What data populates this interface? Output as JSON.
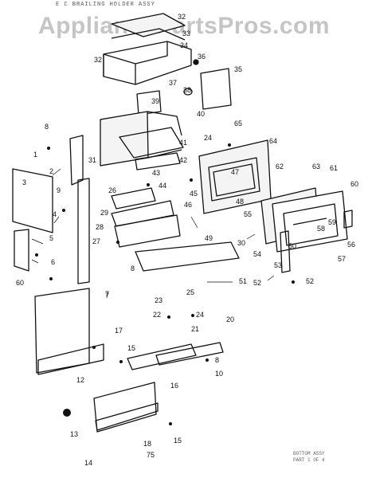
{
  "watermark": "AppliancePartsPros.com",
  "header_text": "E  C  BRAILING  HOLDER  ASSY",
  "footnote_text": [
    "BOTTOM ASSY",
    "PART 1 OF 4"
  ],
  "callouts": [
    "32",
    "33",
    "34",
    "32",
    "36",
    "35",
    "37",
    "39",
    "38",
    "40",
    "65",
    "1",
    "8",
    "2",
    "31",
    "41",
    "42",
    "43",
    "44",
    "24",
    "64",
    "62",
    "63",
    "61",
    "60",
    "3",
    "9",
    "7",
    "45",
    "46",
    "47",
    "48",
    "55",
    "58",
    "59",
    "56",
    "26",
    "29",
    "28",
    "49",
    "30",
    "54",
    "53",
    "57",
    "4",
    "5",
    "6",
    "60",
    "27",
    "8",
    "50",
    "51",
    "52",
    "52",
    "25",
    "22",
    "23",
    "24",
    "21",
    "20",
    "8",
    "7",
    "17",
    "15",
    "10",
    "12",
    "16",
    "13",
    "18",
    "14",
    "15",
    "75"
  ]
}
